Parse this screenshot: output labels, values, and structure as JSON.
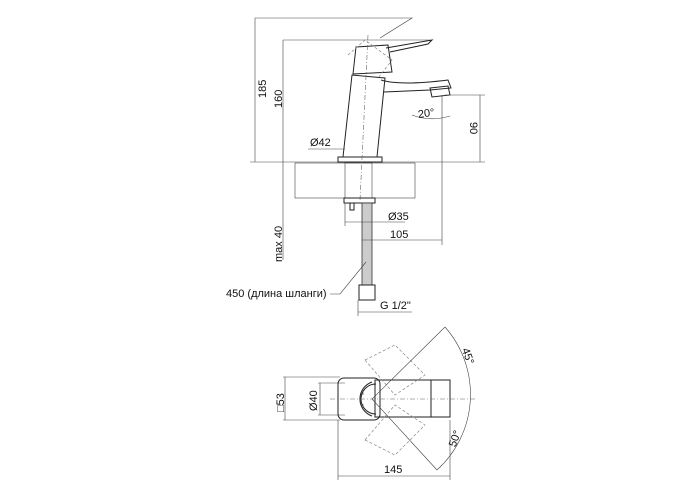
{
  "side_view": {
    "dim_height_total": "185",
    "dim_height_body": "160",
    "dim_spout_height": "90",
    "dim_spout_angle": "20°",
    "dim_body_diameter": "Ø42",
    "dim_hole_diameter": "Ø35",
    "dim_spout_reach": "105",
    "dim_max_counter": "max 40",
    "hose_length_label": "450 (длина шланги)",
    "thread_label": "G 1/2\""
  },
  "top_view": {
    "dim_square": "□53",
    "dim_cap_diameter": "Ø40",
    "dim_length": "145",
    "angle_left": "45°",
    "angle_right": "50°"
  }
}
